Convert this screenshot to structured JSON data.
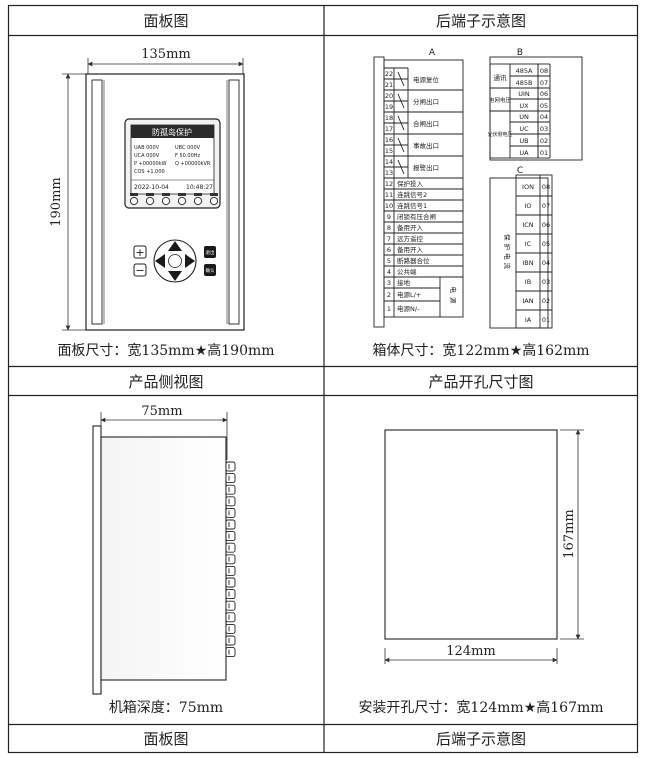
{
  "headers": {
    "panel": "面板图",
    "rear_terminals": "后端子示意图",
    "side_view": "产品侧视图",
    "cutout": "产品开孔尺寸图",
    "panel_bottom": "面板图",
    "rear_terminals_bottom": "后端子示意图"
  },
  "panel": {
    "width_dim": "135mm",
    "height_dim": "190mm",
    "screen_title": "防孤岛保护",
    "readings": {
      "uab": "UAB   000V",
      "ubc": "UBC   000V",
      "uca": "UCA   000V",
      "f": "F    50.00Hz",
      "p": "P  +00000kW",
      "q": "Q  +00000kVR",
      "cos": "COS  +1.000"
    },
    "date": "2022-10-04",
    "time": "10:48:27",
    "key_labels": [
      "退出",
      "确认"
    ],
    "caption": "面板尺寸：宽135mm★高190mm"
  },
  "terminals": {
    "group_a_title": "A",
    "group_b_title": "B",
    "group_c_title": "C",
    "a_relays": [
      {
        "nums": [
          "22",
          "21"
        ],
        "label": "电源复位"
      },
      {
        "nums": [
          "20",
          "19"
        ],
        "label": "分闸出口"
      },
      {
        "nums": [
          "18",
          "17"
        ],
        "label": "合闸出口"
      },
      {
        "nums": [
          "16",
          "15"
        ],
        "label": "事故出口"
      },
      {
        "nums": [
          "14",
          "13"
        ],
        "label": "报警出口"
      }
    ],
    "a_inputs": [
      {
        "num": "12",
        "label": "保护投入"
      },
      {
        "num": "11",
        "label": "连跳信号2"
      },
      {
        "num": "10",
        "label": "连跳信号1"
      },
      {
        "num": "9",
        "label": "闭锁有压合闸"
      },
      {
        "num": "8",
        "label": "备用开入"
      },
      {
        "num": "7",
        "label": "远方遥控"
      },
      {
        "num": "6",
        "label": "备用开入"
      },
      {
        "num": "5",
        "label": "断路器合位"
      },
      {
        "num": "4",
        "label": "公共端"
      }
    ],
    "a_power": [
      {
        "num": "3",
        "label": "接地"
      },
      {
        "num": "2",
        "label": "电源L/+"
      },
      {
        "num": "1",
        "label": "电源N/-"
      }
    ],
    "a_power_group": "电源",
    "b_groups": [
      {
        "label": "通讯",
        "rows": [
          {
            "sig": "485A",
            "num": "08"
          },
          {
            "sig": "485B",
            "num": "07"
          }
        ]
      },
      {
        "label": "电网电压",
        "rows": [
          {
            "sig": "UIN",
            "num": "06"
          },
          {
            "sig": "UX",
            "num": "05"
          }
        ]
      },
      {
        "label": "光伏侧电压",
        "rows": [
          {
            "sig": "UN",
            "num": "04"
          },
          {
            "sig": "UC",
            "num": "03"
          },
          {
            "sig": "UB",
            "num": "02"
          },
          {
            "sig": "UA",
            "num": "01"
          }
        ]
      }
    ],
    "c_group_label": "保护电流",
    "c_rows": [
      {
        "sig": "ION",
        "num": "08"
      },
      {
        "sig": "IO",
        "num": "07"
      },
      {
        "sig": "ICN",
        "num": "06"
      },
      {
        "sig": "IC",
        "num": "05"
      },
      {
        "sig": "IBN",
        "num": "04"
      },
      {
        "sig": "IB",
        "num": "03"
      },
      {
        "sig": "IAN",
        "num": "02"
      },
      {
        "sig": "IA",
        "num": "01"
      }
    ],
    "caption": "箱体尺寸：宽122mm★高162mm"
  },
  "side": {
    "depth_dim": "75mm",
    "caption": "机箱深度：75mm"
  },
  "cutout": {
    "width_dim": "124mm",
    "height_dim": "167mm",
    "caption": "安装开孔尺寸：宽124mm★高167mm"
  }
}
